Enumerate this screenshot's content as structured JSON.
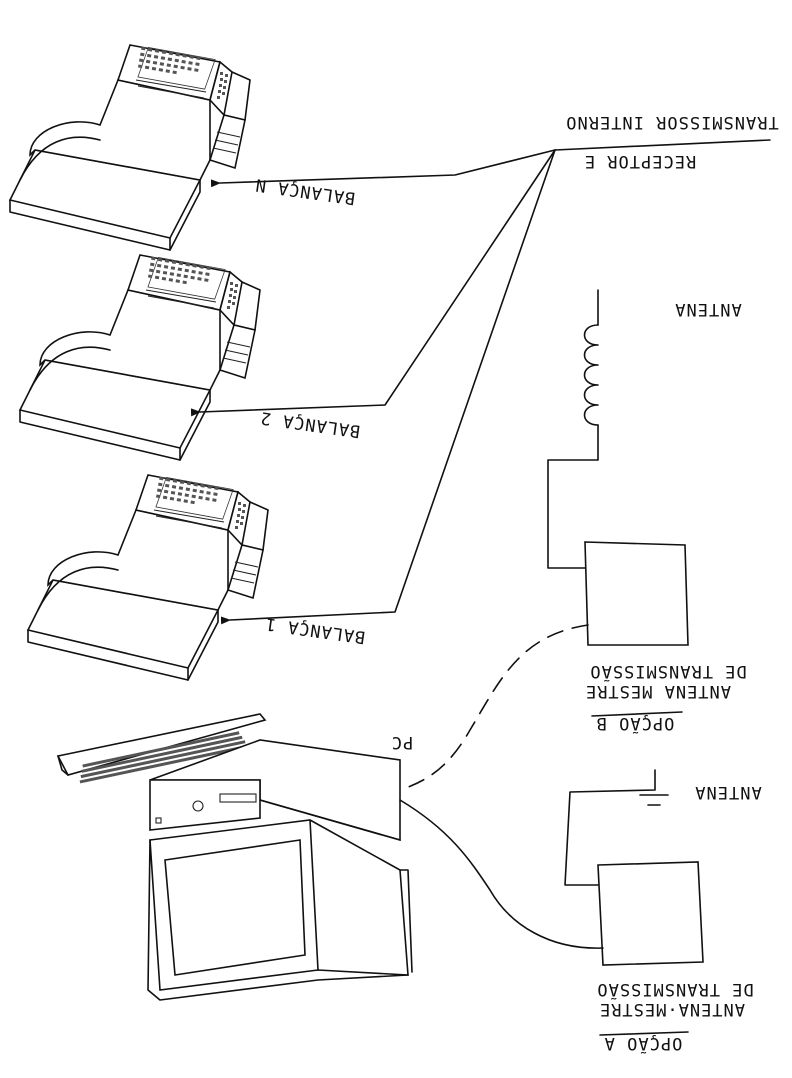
{
  "labels": {
    "transceiver": "TRANSMISSOR INTERNO",
    "transceiver_line2": "RECEPTOR E",
    "scale_n": "BALANÇA N",
    "scale_2": "BALANÇA 2",
    "scale_1": "BALANÇA 1",
    "antenna_b": "ANTENA",
    "option_b": "OPÇÃO B",
    "option_b_line1": "ANTENA MESTRE",
    "option_b_line2": "DE TRANSMISSÃO",
    "pc": "PC",
    "antenna_a": "ANTENA",
    "option_a": "OPÇÃO A",
    "option_a_line1": "ANTENA·MESTRE",
    "option_a_line2": "DE TRANSMISSÃO"
  },
  "icons": {
    "scale": "scale-icon",
    "computer": "computer-icon",
    "coil_antenna": "coil-antenna-icon",
    "stub_antenna": "stub-antenna-icon",
    "transmitter_box": "transmitter-box-icon"
  },
  "colors": {
    "ink": "#111111",
    "background": "#ffffff"
  }
}
